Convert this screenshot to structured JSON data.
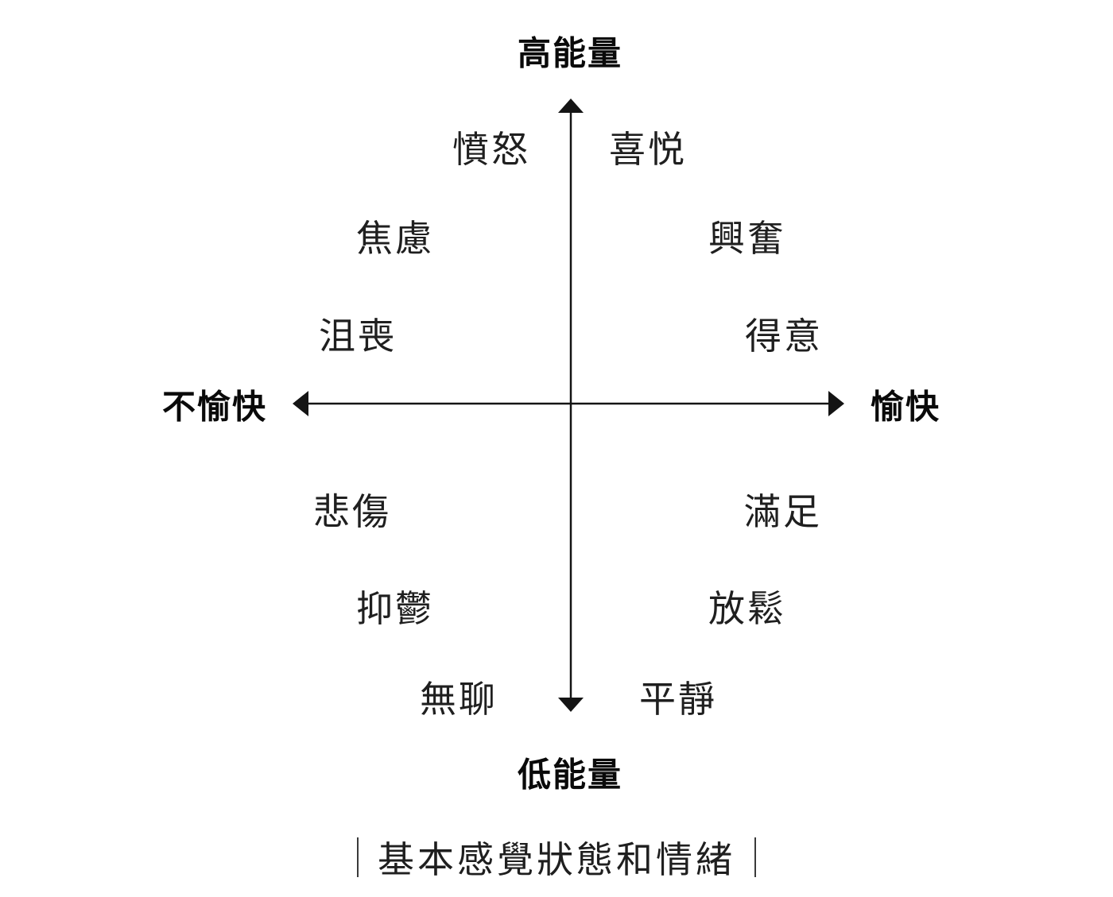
{
  "colors": {
    "ink": "#141414",
    "background": "#ffffff"
  },
  "axes": {
    "top_label": "高能量",
    "bottom_label": "低能量",
    "left_label": "不愉快",
    "right_label": "愉快"
  },
  "quadrants": {
    "top_left": [
      "憤怒",
      "焦慮",
      "沮喪"
    ],
    "top_right": [
      "喜悦",
      "興奮",
      "得意"
    ],
    "bottom_left": [
      "悲傷",
      "抑鬱",
      "無聊"
    ],
    "bottom_right": [
      "滿足",
      "放鬆",
      "平靜"
    ]
  },
  "caption": "基本感覺狀態和情緒"
}
